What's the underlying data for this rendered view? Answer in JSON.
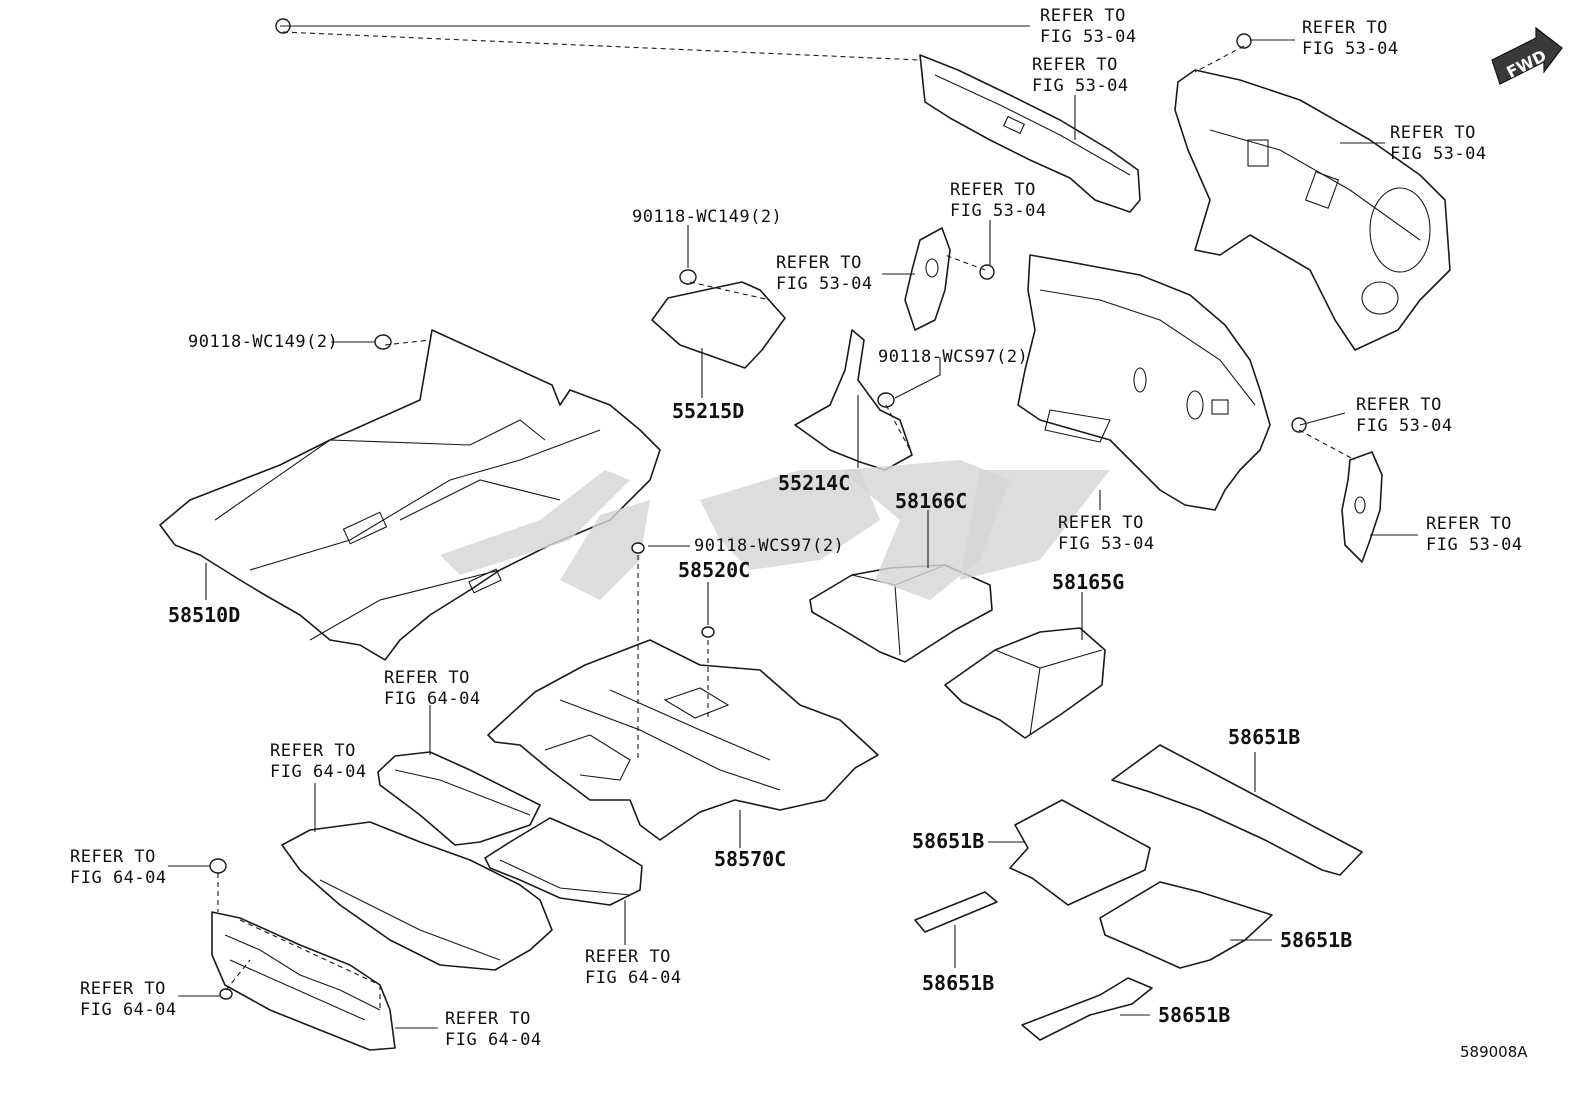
{
  "diagram_code": "589008A",
  "fwd_label": "FWD",
  "parts": {
    "p58510D": "58510D",
    "p55215D": "55215D",
    "p55214C": "55214C",
    "p58166C": "58166C",
    "p58165G": "58165G",
    "p58520C": "58520C",
    "p58570C": "58570C",
    "p58651B_a": "58651B",
    "p58651B_b": "58651B",
    "p58651B_c": "58651B",
    "p58651B_d": "58651B",
    "p58651B_e": "58651B"
  },
  "clips": {
    "c1": "90118-WC149(2)",
    "c2": "90118-WC149(2)",
    "c3": "90118-WCS97(2)",
    "c4": "90118-WCS97(2)"
  },
  "refs": {
    "r1_a": "REFER TO",
    "r1_b": "FIG 53-04",
    "r2_a": "REFER TO",
    "r2_b": "FIG 53-04",
    "r3_a": "REFER TO",
    "r3_b": "FIG 53-04",
    "r4_a": "REFER TO",
    "r4_b": "FIG 53-04",
    "r5_a": "REFER TO",
    "r5_b": "FIG 53-04",
    "r6_a": "REFER TO",
    "r6_b": "FIG 53-04",
    "r7_a": "REFER TO",
    "r7_b": "FIG 53-04",
    "r8_a": "REFER TO",
    "r8_b": "FIG 53-04",
    "r9_a": "REFER TO",
    "r9_b": "FIG 53-04",
    "r10_a": "REFER TO",
    "r10_b": "FIG 64-04",
    "r11_a": "REFER TO",
    "r11_b": "FIG 64-04",
    "r12_a": "REFER TO",
    "r12_b": "FIG 64-04",
    "r13_a": "REFER TO",
    "r13_b": "FIG 64-04",
    "r14_a": "REFER TO",
    "r14_b": "FIG 64-04",
    "r15_a": "REFER TO",
    "r15_b": "FIG 64-04"
  }
}
